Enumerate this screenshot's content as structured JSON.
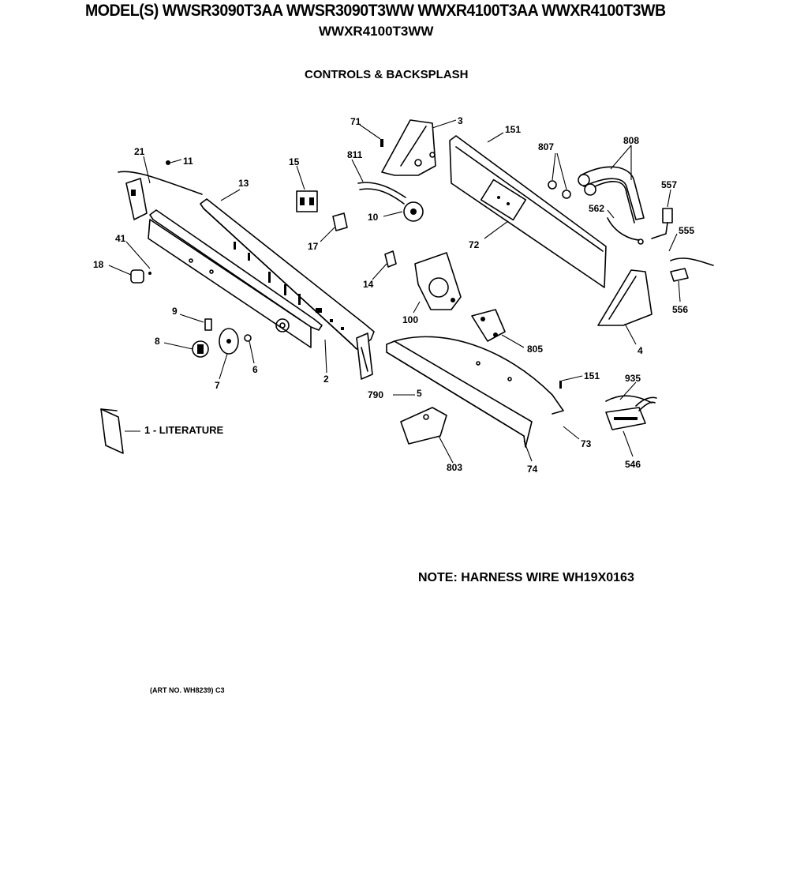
{
  "header": {
    "models_line1": "MODEL(S) WWSR3090T3AA  WWSR3090T3WW  WWXR4100T3AA  WWXR4100T3WB",
    "models_line2": "WWXR4100T3WW",
    "section_title": "CONTROLS & BACKSPLASH"
  },
  "note": "NOTE: HARNESS WIRE WH19X0163",
  "art_number": "(ART NO. WH8239) C3",
  "literature_label": "1 - LITERATURE",
  "part_labels": [
    {
      "id": "p71",
      "text": "71"
    },
    {
      "id": "p3",
      "text": "3"
    },
    {
      "id": "p151a",
      "text": "151"
    },
    {
      "id": "p807",
      "text": "807"
    },
    {
      "id": "p808",
      "text": "808"
    },
    {
      "id": "p21",
      "text": "21"
    },
    {
      "id": "p11",
      "text": "11"
    },
    {
      "id": "p15",
      "text": "15"
    },
    {
      "id": "p811",
      "text": "811"
    },
    {
      "id": "p13",
      "text": "13"
    },
    {
      "id": "p557",
      "text": "557"
    },
    {
      "id": "p562",
      "text": "562"
    },
    {
      "id": "p10",
      "text": "10"
    },
    {
      "id": "p17",
      "text": "17"
    },
    {
      "id": "p72",
      "text": "72"
    },
    {
      "id": "p555",
      "text": "555"
    },
    {
      "id": "p41",
      "text": "41"
    },
    {
      "id": "p18",
      "text": "18"
    },
    {
      "id": "p14",
      "text": "14"
    },
    {
      "id": "p556",
      "text": "556"
    },
    {
      "id": "p100",
      "text": "100"
    },
    {
      "id": "p9",
      "text": "9"
    },
    {
      "id": "p805",
      "text": "805"
    },
    {
      "id": "p4",
      "text": "4"
    },
    {
      "id": "p8",
      "text": "8"
    },
    {
      "id": "p6",
      "text": "6"
    },
    {
      "id": "p2",
      "text": "2"
    },
    {
      "id": "p7",
      "text": "7"
    },
    {
      "id": "p151b",
      "text": "151"
    },
    {
      "id": "p935",
      "text": "935"
    },
    {
      "id": "p790",
      "text": "790"
    },
    {
      "id": "p5",
      "text": "5"
    },
    {
      "id": "p73",
      "text": "73"
    },
    {
      "id": "p546",
      "text": "546"
    },
    {
      "id": "p803",
      "text": "803"
    },
    {
      "id": "p74",
      "text": "74"
    }
  ]
}
